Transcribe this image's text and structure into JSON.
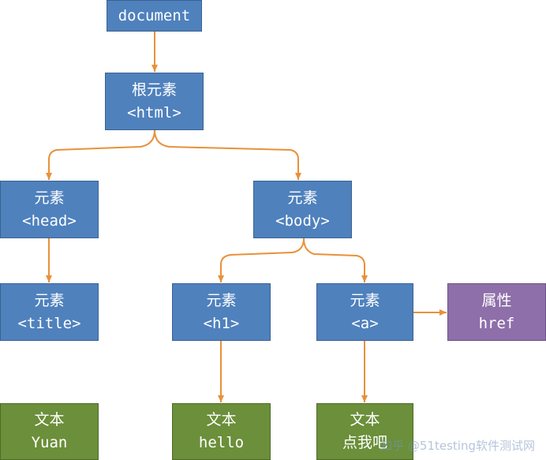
{
  "nodes": {
    "document": {
      "line1": "document"
    },
    "html": {
      "line1": "根元素",
      "line2": "<html>"
    },
    "head": {
      "line1": "元素",
      "line2": "<head>"
    },
    "body": {
      "line1": "元素",
      "line2": "<body>"
    },
    "title": {
      "line1": "元素",
      "line2": "<title>"
    },
    "h1": {
      "line1": "元素",
      "line2": "<h1>"
    },
    "a": {
      "line1": "元素",
      "line2": "<a>"
    },
    "href": {
      "line1": "属性",
      "line2": "href"
    },
    "text_yuan": {
      "line1": "文本",
      "line2": "Yuan"
    },
    "text_hello": {
      "line1": "文本",
      "line2": "hello"
    },
    "text_click": {
      "line1": "文本",
      "line2": "点我吧"
    }
  },
  "watermark": {
    "text": "知乎 @51testing软件测试网"
  },
  "colors": {
    "element": "#4f81bd",
    "text_node": "#6b8f3a",
    "attribute": "#8e6fa9",
    "connector": "#e8913a"
  }
}
